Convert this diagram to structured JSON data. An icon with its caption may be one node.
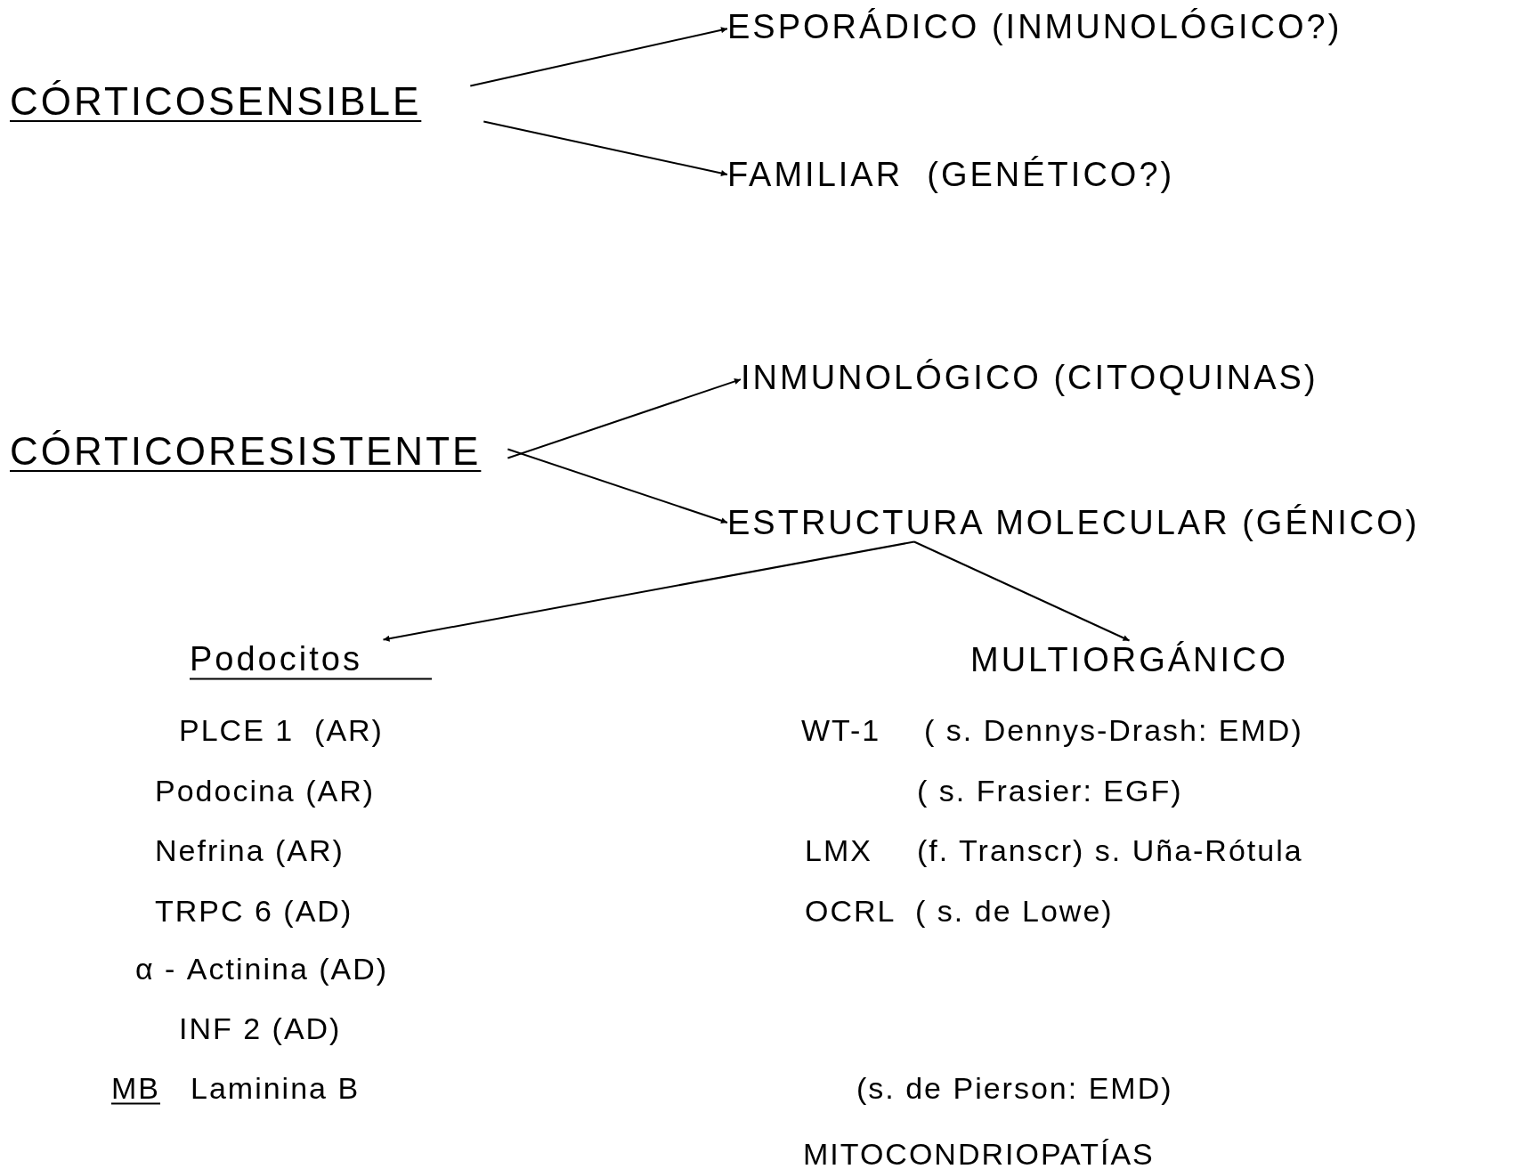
{
  "diagram": {
    "nodes": [
      {
        "text": [
          "CÓRTICOSENSIBLE"
        ]
      },
      {
        "text": [
          "ESPORÁDICO (INMUNOLÓGICO?)"
        ]
      },
      {
        "text": [
          "FAMILIAR  (GENÉTICO?)"
        ]
      },
      {
        "text": [
          "CÓRTICORESISTENTE"
        ]
      },
      {
        "text": [
          "INMUNOLÓGICO (CITOQUINAS)"
        ]
      },
      {
        "text": [
          "ESTRUCTURA MOLECULAR (GÉNICO)"
        ]
      },
      {
        "text": [
          "Podocitos"
        ]
      },
      {
        "text": [
          "MULTIORGÁNICO"
        ]
      }
    ],
    "edges": [
      {
        "from": 0,
        "to": 1,
        "arrow": "to"
      },
      {
        "from": 0,
        "to": 2,
        "arrow": "to"
      },
      {
        "from": 3,
        "to": 4,
        "arrow": "to"
      },
      {
        "from": 3,
        "to": 5,
        "arrow": "to"
      },
      {
        "from": 5,
        "to": 6,
        "arrow": "to"
      },
      {
        "from": 5,
        "to": 7,
        "arrow": "to"
      }
    ],
    "labels": [
      "PLCE 1  (AR)",
      "WT-1",
      "( s. Dennys-Drash: EMD)",
      "Podocina (AR)",
      "( s. Frasier: EGF)",
      "Nefrina (AR)",
      "LMX",
      "(f. Transcr) s. Uña-Rótula",
      "TRPC 6 (AD)",
      "OCRL  ( s. de Lowe)",
      "α - Actinina (AD)",
      "INF 2 (AD)",
      "MB",
      "Laminina B",
      "(s. de Pierson: EMD)",
      "MITOCONDRIOPATÍAS"
    ]
  }
}
